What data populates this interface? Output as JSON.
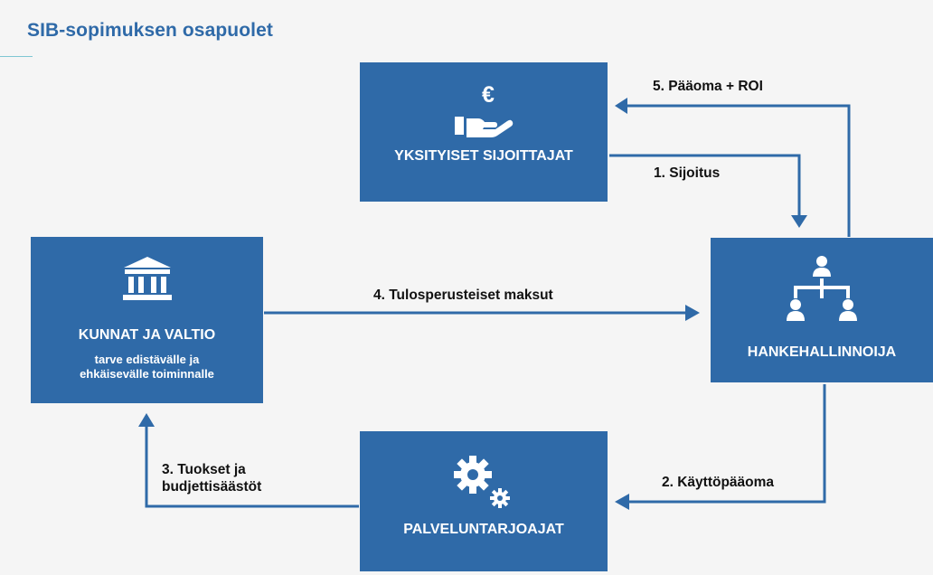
{
  "title": "SIB-sopimuksen osapuolet",
  "colors": {
    "box": "#2f6aa8",
    "arrow": "#2f6aa8",
    "accent": "#7fc7d3",
    "background": "#f5f5f5"
  },
  "boxes": {
    "investors": {
      "label": "YKSITYISET SIJOITTAJAT",
      "icon": "hand-euro-icon"
    },
    "municipalities": {
      "label": "KUNNAT JA VALTIO",
      "sublabel_line1": "tarve edistävälle ja",
      "sublabel_line2": "ehkäisevälle toiminnalle",
      "icon": "bank-building-icon"
    },
    "project_manager": {
      "label": "HANKEHALLINNOIJA",
      "icon": "org-chart-icon"
    },
    "providers": {
      "label": "PALVELUNTARJOAJAT",
      "icon": "gears-icon"
    }
  },
  "flows": {
    "investment": "1. Sijoitus",
    "working_capital": "2. Käyttöpääoma",
    "outcomes_line1": "3. Tuokset ja",
    "outcomes_line2": "budjettisäästöt",
    "payments": "4. Tulosperusteiset maksut",
    "return": "5. Pääoma + ROI"
  }
}
